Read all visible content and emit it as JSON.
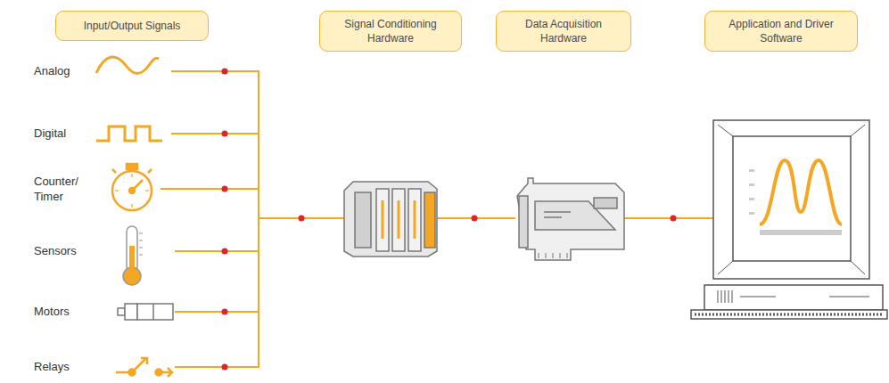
{
  "diagram": {
    "nodes": [
      {
        "text": [
          "Input/Output Signals"
        ]
      },
      {
        "text": [
          "Signal Conditioning Hardware"
        ]
      },
      {
        "text": [
          "Data Acquisition Hardware"
        ]
      },
      {
        "text": [
          "Application and Driver Software"
        ]
      }
    ],
    "labels": [
      "Analog",
      "Digital",
      "Counter/ Timer",
      "Sensors",
      "Motors",
      "Relays"
    ]
  }
}
